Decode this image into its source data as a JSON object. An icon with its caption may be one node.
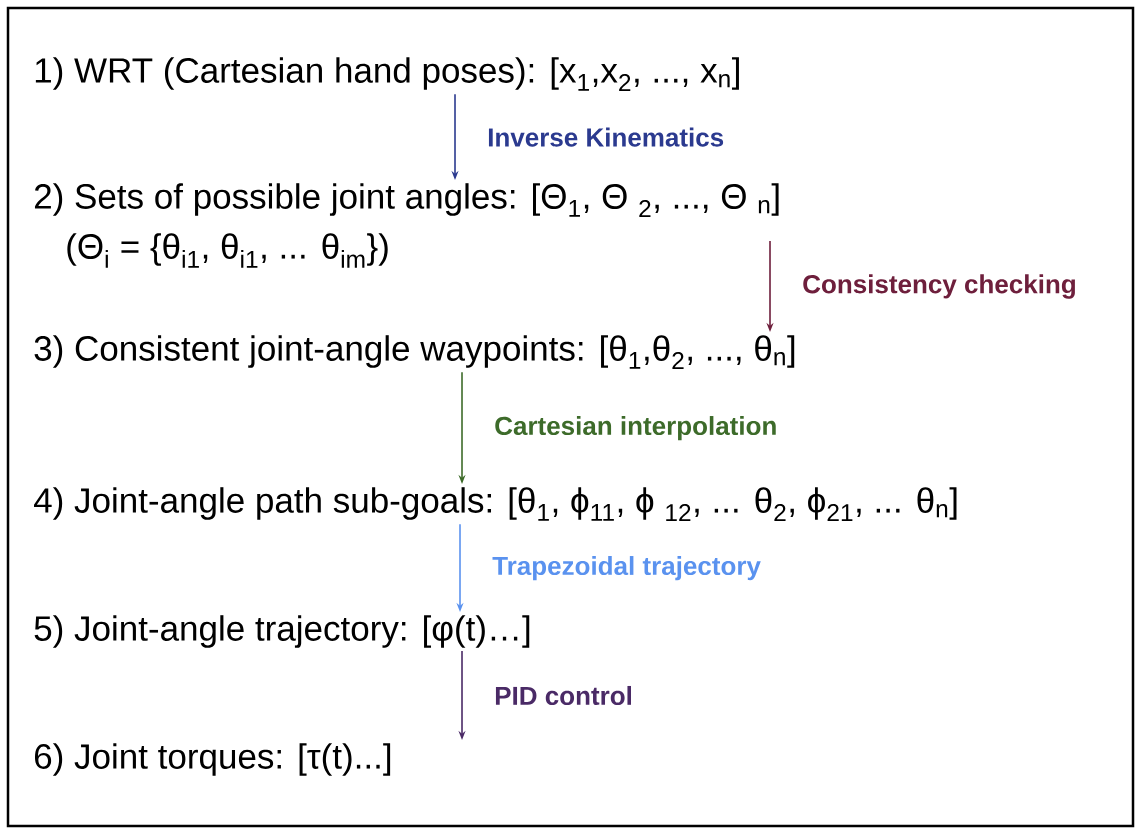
{
  "diagram": {
    "nodes": [
      {
        "text": [
          "1) WRT (Cartesian hand poses): [x$_{1}$,x$_{2}$, ..., x$_{n}$]"
        ]
      },
      {
        "text": [
          "2) Sets of possible joint angles: [Θ$_{1}$, Θ $_{2}$, ..., Θ $_{n}$]",
          "(Θ$_{i}$ = {θ$_{i1}$, θ$_{i1}$, ... θ$_{im}$})"
        ]
      },
      {
        "text": [
          "3) Consistent joint-angle waypoints: [θ$_{1}$,θ$_{2}$, ..., θ$_{n}$]"
        ]
      },
      {
        "text": [
          "4) Joint-angle path sub-goals: [θ$_{1}$, ϕ$_{11}$, ϕ $_{12}$, ... θ$_{2}$, ϕ$_{21}$, ... θ$_{n}$]"
        ]
      },
      {
        "text": [
          "5) Joint-angle trajectory: [φ(t)…]"
        ]
      },
      {
        "text": [
          "6) Joint torques: [τ(t)...]"
        ]
      }
    ],
    "edges": [
      {
        "from": 0,
        "to": 1,
        "arrow": "to",
        "label": "Inverse Kinematics",
        "color": "#2b3a8f"
      },
      {
        "from": 1,
        "to": 2,
        "arrow": "to",
        "label": "Consistency checking",
        "color": "#6e1f3c"
      },
      {
        "from": 2,
        "to": 3,
        "arrow": "to",
        "label": "Cartesian interpolation",
        "color": "#3d6b2a"
      },
      {
        "from": 3,
        "to": 4,
        "arrow": "to",
        "label": "Trapezoidal trajectory",
        "color": "#5a92ef"
      },
      {
        "from": 4,
        "to": 5,
        "arrow": "to",
        "label": "PID control",
        "color": "#4a2a66"
      }
    ]
  }
}
